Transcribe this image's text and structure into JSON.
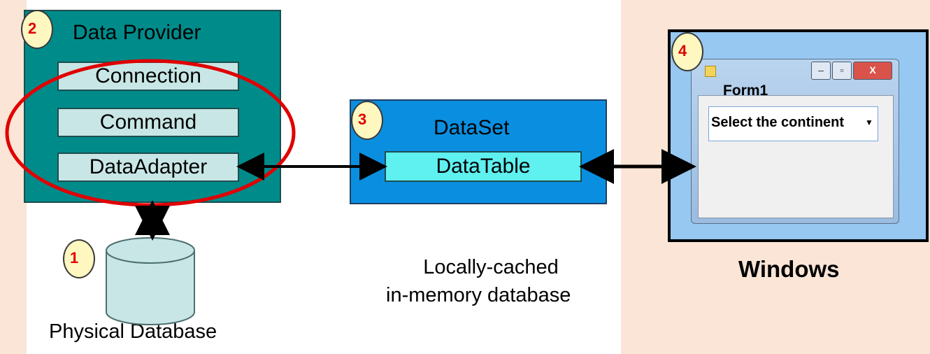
{
  "provider": {
    "title": "Data Provider",
    "components": [
      "Connection",
      "Command",
      "DataAdapter"
    ]
  },
  "dataset": {
    "title": "DataSet",
    "table": "DataTable",
    "caption_line1": "Locally-cached",
    "caption_line2": "in-memory database"
  },
  "database": {
    "caption": "Physical Database"
  },
  "window": {
    "title": "Form1",
    "combo_text": "Select the continent",
    "buttons": {
      "minimize": "–",
      "maximize": "▫",
      "close": "X"
    },
    "label": "Windows"
  },
  "badges": {
    "b1": "1",
    "b2": "2",
    "b3": "3",
    "b4": "4"
  },
  "colors": {
    "background": "#fbe5d6",
    "provider": "#008b8b",
    "dataset": "#0a8fe0",
    "datatable": "#5ff0f0",
    "component": "#c8e6e6",
    "highlight_ellipse": "#e00000"
  }
}
